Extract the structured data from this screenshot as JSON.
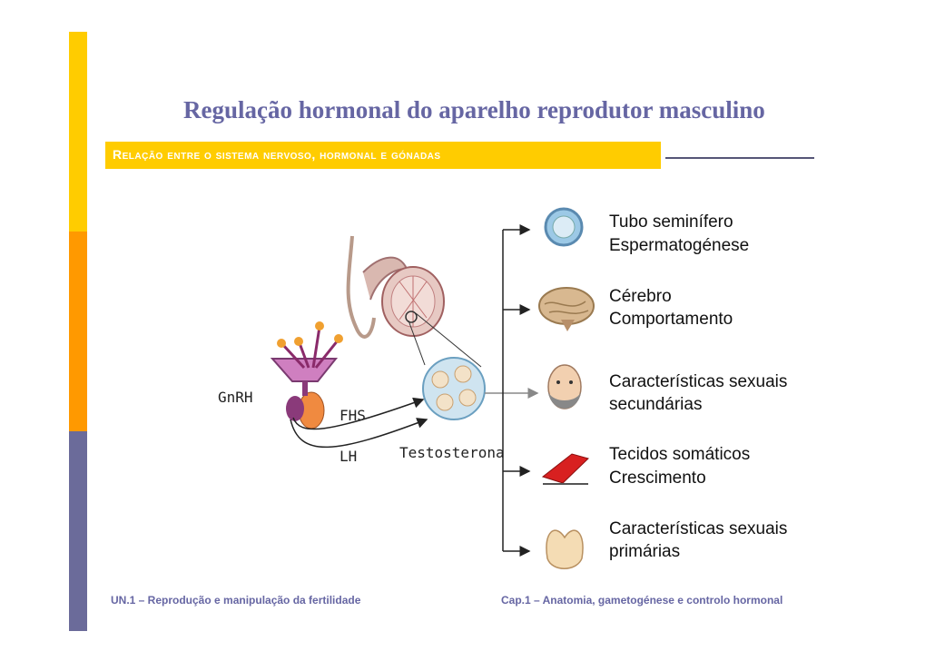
{
  "title": "Regulação hormonal do aparelho reprodutor masculino",
  "subtitle": "Relação entre o sistema nervoso, hormonal e gónadas",
  "diagram": {
    "gnrh_label": "GnRH",
    "fhs_label": "FHS",
    "lh_label": "LH",
    "testosterona_label": "Testosterona",
    "targets": [
      {
        "icon": "seminiferous-tubule-icon",
        "line1": "Tubo seminífero",
        "line2": "Espermatogénese"
      },
      {
        "icon": "brain-icon",
        "line1": "Cérebro",
        "line2": "Comportamento"
      },
      {
        "icon": "bearded-face-icon",
        "line1": "Características sexuais",
        "line2": "secundárias"
      },
      {
        "icon": "muscle-icon",
        "line1": "Tecidos somáticos",
        "line2": "Crescimento"
      },
      {
        "icon": "genitals-icon",
        "line1": "Características sexuais",
        "line2": "primárias"
      }
    ]
  },
  "footer": {
    "left": "UN.1 – Reprodução e manipulação da fertilidade",
    "right": "Cap.1 – Anatomia, gametogénese e controlo hormonal"
  },
  "colors": {
    "accent_yellow": "#ffcc00",
    "accent_orange": "#ff9900",
    "accent_purple": "#6b6b9a",
    "title": "#6666a3"
  }
}
